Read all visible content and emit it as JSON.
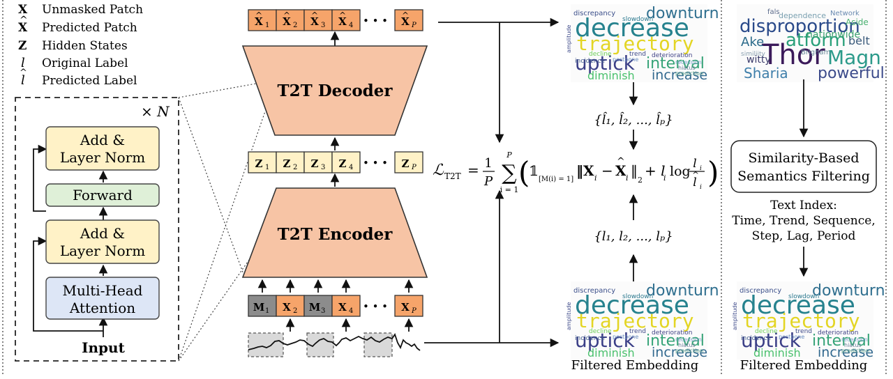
{
  "legend": {
    "items": [
      {
        "symbol": "X",
        "hat": false,
        "bold": true,
        "italic": false,
        "label": "Unmasked Patch"
      },
      {
        "symbol": "X",
        "hat": true,
        "bold": true,
        "italic": false,
        "label": "Predicted Patch"
      },
      {
        "symbol": "Z",
        "hat": false,
        "bold": true,
        "italic": false,
        "label": "Hidden States"
      },
      {
        "symbol": "l",
        "hat": false,
        "bold": false,
        "italic": true,
        "label": "Original Label"
      },
      {
        "symbol": "l",
        "hat": true,
        "bold": false,
        "italic": true,
        "label": "Predicted Label"
      }
    ]
  },
  "transformer_block": {
    "repeat": "× N",
    "add_norm_line1": "Add &",
    "add_norm_line2": "Layer Norm",
    "forward": "Forward",
    "attention_line1": "Multi-Head",
    "attention_line2": "Attention",
    "input": "Input"
  },
  "decoder": {
    "label": "T2T Decoder"
  },
  "encoder": {
    "label": "T2T Encoder"
  },
  "token_rows": {
    "ellipsis": "• • •",
    "output_tokens": [
      {
        "base": "X",
        "hat": true,
        "sub": "1"
      },
      {
        "base": "X",
        "hat": true,
        "sub": "2"
      },
      {
        "base": "X",
        "hat": true,
        "sub": "3"
      },
      {
        "base": "X",
        "hat": true,
        "sub": "4"
      },
      {
        "base": "X",
        "hat": true,
        "sub": "P"
      }
    ],
    "hidden_tokens": [
      {
        "base": "Z",
        "sub": "1"
      },
      {
        "base": "Z",
        "sub": "2"
      },
      {
        "base": "Z",
        "sub": "3"
      },
      {
        "base": "Z",
        "sub": "4"
      },
      {
        "base": "Z",
        "sub": "P"
      }
    ],
    "input_tokens": [
      {
        "base": "M",
        "sub": "1",
        "masked": true
      },
      {
        "base": "X",
        "sub": "2",
        "masked": false
      },
      {
        "base": "M",
        "sub": "3",
        "masked": true
      },
      {
        "base": "X",
        "sub": "4",
        "masked": false
      },
      {
        "base": "X",
        "sub": "P",
        "masked": false
      }
    ]
  },
  "loss": {
    "lhs": "ℒ",
    "lhs_sub": "T2T",
    "equals": "=",
    "frac_num": "1",
    "frac_den": "P",
    "sum_top": "P",
    "sum_bottom": "i = 1",
    "indicator": "𝟙",
    "indicator_sub": "[M(i) = 1]",
    "body": "‖X",
    "body_sub_i": "i",
    "minus": "−",
    "xhat": "X",
    "norm_close": "‖",
    "norm_sub": "2",
    "plus_term": "+ l",
    "log_text": "log",
    "log_num": "l",
    "log_den": "l"
  },
  "labels_predicted": {
    "text": "{l̂₁, l̂₂, ..., l̂ₚ}"
  },
  "labels_original": {
    "text": "{l₁, l₂, ..., lₚ}"
  },
  "wordclouds": {
    "time_series": [
      {
        "text": "discrepancy",
        "color": "#3b4f8a"
      },
      {
        "text": "downturn",
        "color": "#2f6f8f"
      },
      {
        "text": "decrease",
        "color": "#26828e"
      },
      {
        "text": "trajectory",
        "color": "#e3d524"
      },
      {
        "text": "uptick",
        "color": "#3b3f87"
      },
      {
        "text": "interval",
        "color": "#35a377"
      },
      {
        "text": "diminish",
        "color": "#4ac16d"
      },
      {
        "text": "increase",
        "color": "#31688e"
      },
      {
        "text": "decline",
        "color": "#6ece58"
      },
      {
        "text": "trend",
        "color": "#3e4a89"
      },
      {
        "text": "deterioration",
        "color": "#414487"
      },
      {
        "text": "amplitude",
        "color": "#3e4a89"
      },
      {
        "text": "incidence",
        "color": "#3f5a8c"
      },
      {
        "text": "slowdown",
        "color": "#2a788e"
      },
      {
        "text": "postpone",
        "color": "#6b8ec0"
      },
      {
        "text": "recession",
        "color": "#7a9fc7"
      },
      {
        "text": "prediction",
        "color": "#5aa08a"
      },
      {
        "text": "hiatus",
        "color": "#6a7f99"
      }
    ],
    "text": [
      {
        "text": "disproportion",
        "color": "#2a4a8a"
      },
      {
        "text": "Thor",
        "color": "#3b1a5a"
      },
      {
        "text": "atform",
        "color": "#2aa07a"
      },
      {
        "text": "Magn",
        "color": "#2b9a8a"
      },
      {
        "text": "Sharia",
        "color": "#3f7faa"
      },
      {
        "text": "powerful",
        "color": "#3b4a8a"
      },
      {
        "text": "nationwide",
        "color": "#3aa06e"
      },
      {
        "text": "Network",
        "color": "#6a8ab0"
      },
      {
        "text": "Aside",
        "color": "#4ab070"
      },
      {
        "text": "dependence",
        "color": "#7aa0b0"
      },
      {
        "text": "belt",
        "color": "#3a5a7a"
      },
      {
        "text": "Ake",
        "color": "#2a6a8a"
      },
      {
        "text": "witty",
        "color": "#3a3a6a"
      },
      {
        "text": "Brigham",
        "color": "#6a8a9a"
      },
      {
        "text": "similiity",
        "color": "#8aa0b0"
      },
      {
        "text": "fals",
        "color": "#5a6a8a"
      }
    ]
  },
  "filtering": {
    "line1": "Similarity-Based",
    "line2": "Semantics Filtering",
    "index_title": "Text Index:",
    "index_line1": "Time, Trend, Sequence,",
    "index_line2": "Step, Lag, Period"
  },
  "captions": {
    "middle": "Filtered Embedding",
    "right": "Filtered Embedding"
  },
  "colors": {
    "orange_token": "#f6a46a",
    "trapezoid": "#f7c4a5",
    "yellow": "#fff2c7",
    "green": "#dff0d8",
    "blue": "#dde6f6",
    "masked": "#8c8c8c",
    "hidden_token": "#fff2c7"
  }
}
